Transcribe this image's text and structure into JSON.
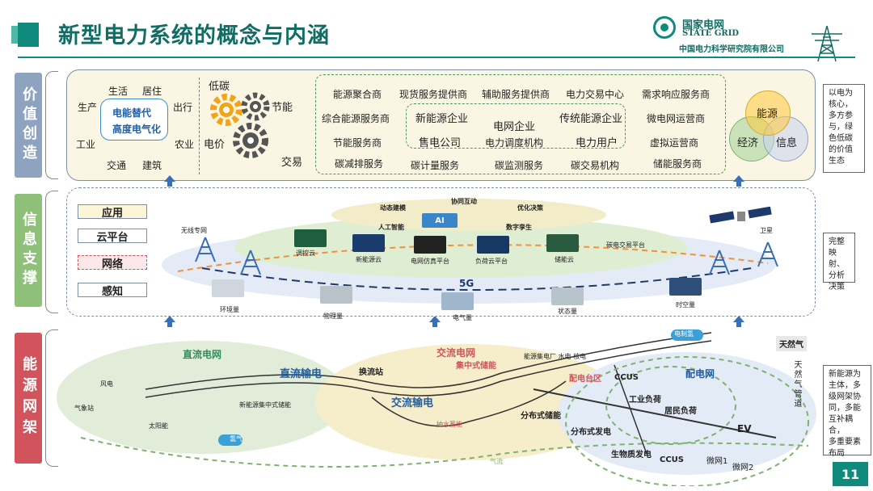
{
  "header": {
    "title": "新型电力系统的概念与内涵",
    "logo_cn": "国家电网",
    "logo_en": "STATE GRID",
    "logo_inst": "中国电力科学研究院有限公司"
  },
  "sections": {
    "value": "价值创造",
    "info": "信息支撑",
    "energy": "能源网架"
  },
  "value_panel": {
    "fields": [
      "生活",
      "居住",
      "生产",
      "出行",
      "工业",
      "农业",
      "交通",
      "建筑"
    ],
    "center_box": [
      "电能替代",
      "高度电气化"
    ],
    "gear_labels": [
      "低碳",
      "节能",
      "电价",
      "交易"
    ],
    "providers_row1": [
      "能源聚合商",
      "现货服务提供商",
      "辅助服务提供商",
      "电力交易中心",
      "需求响应服务商"
    ],
    "providers_row2": [
      "综合能源服务商",
      "新能源企业",
      "电网企业",
      "传统能源企业",
      "微电网运营商"
    ],
    "providers_row3": [
      "节能服务商",
      "售电公司",
      "电力调度机构",
      "电力用户",
      "虚拟运营商"
    ],
    "providers_row4": [
      "碳减排服务",
      "碳计量服务",
      "碳监测服务",
      "碳交易机构",
      "储能服务商"
    ],
    "venn": [
      "能源",
      "经济",
      "信息"
    ]
  },
  "info_panel": {
    "layers": [
      "应用",
      "云平台",
      "网络",
      "感知"
    ],
    "app_items": [
      "动态建模",
      "协同互动",
      "优化决策",
      "人工智能",
      "AI",
      "数字孪生"
    ],
    "cloud_items": [
      "调控云",
      "新能源云",
      "电网仿真平台",
      "负荷云平台",
      "储能云",
      "碳电交易平台"
    ],
    "network_items": [
      "无线专网",
      "卫星",
      "5G"
    ],
    "sense_items": [
      "环境量",
      "物理量",
      "电气量",
      "状态量",
      "时空量"
    ]
  },
  "energy_panel": {
    "labels": [
      "直流电网",
      "风电",
      "气象站",
      "太阳能",
      "新能源集中式储能",
      "直流输电",
      "换流站",
      "交流电网",
      "集中式储能",
      "能源集电厂 水电 核电",
      "交流输电",
      "抽水蓄能",
      "氢气",
      "电制氢",
      "配电网",
      "配电台区",
      "CCUS",
      "工业负荷",
      "居民负荷",
      "分布式储能",
      "分布式发电",
      "EV",
      "生物质发电",
      "CCUS",
      "微网1",
      "微网2",
      "天然气",
      "天然气管道",
      "气流"
    ]
  },
  "side_notes": {
    "value": "以电为\n核心，\n多方参\n与，绿\n色低碳\n的价值\n生态",
    "info": "完整\n映射、\n分析\n决策",
    "energy": "新能源为\n主体，多\n级网架协\n同，多能\n互补耦合，\n多重要素\n布局"
  },
  "page_number": "11",
  "colors": {
    "brand": "#0f8a7c",
    "value_label": "#8ea3bf",
    "info_label": "#8fc07a",
    "energy_label": "#d2535b"
  }
}
